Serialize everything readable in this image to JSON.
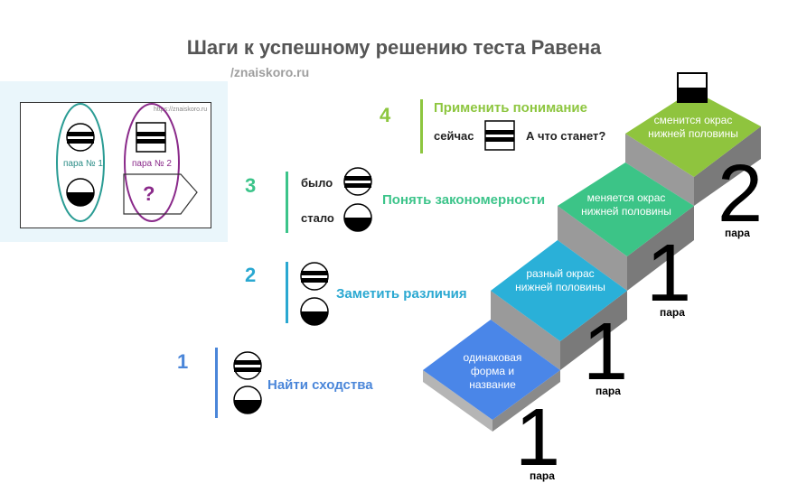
{
  "title": "Шаги к успешному решению теста Равена",
  "watermark": "/znaiskoro.ru",
  "inset": {
    "watermark": "https://znaiskoro.ru",
    "pair1_label": "пара № 1",
    "pair2_label": "пара № 2",
    "question": "?"
  },
  "steps": [
    {
      "num": "1",
      "heading": "Найти сходства",
      "color": "#4a86d9"
    },
    {
      "num": "2",
      "heading": "Заметить различия",
      "color": "#2aa8d1"
    },
    {
      "num": "3",
      "heading": "Понять закономерности",
      "color": "#3cc48a",
      "was": "было",
      "became": "стало"
    },
    {
      "num": "4",
      "heading": "Применить понимание",
      "color": "#8dc63f",
      "now": "сейчас",
      "what_next": "А что станет?"
    }
  ],
  "stairs": [
    {
      "text": "одинаковая форма и название",
      "color": "#4a86e8"
    },
    {
      "text": "разный окрас нижней половины",
      "color": "#2ab0d8"
    },
    {
      "text": "меняется окрас нижней половины",
      "color": "#3cc487"
    },
    {
      "text": "сменится окрас нижней половины",
      "color": "#8fc43e"
    }
  ],
  "pair_counts": [
    {
      "number": "1",
      "label": "пара"
    },
    {
      "number": "1",
      "label": "пара"
    },
    {
      "number": "1",
      "label": "пара"
    },
    {
      "number": "2",
      "label": "пара"
    }
  ]
}
